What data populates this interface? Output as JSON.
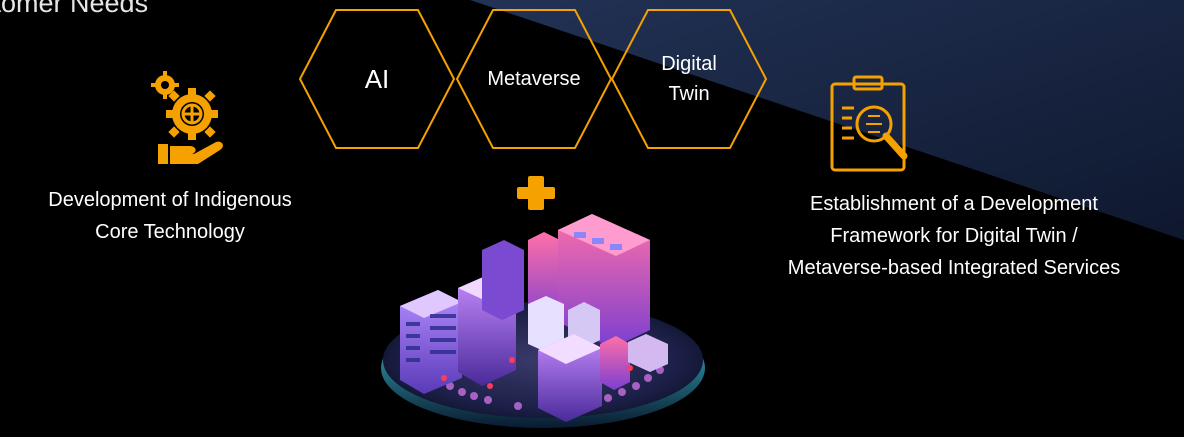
{
  "header": {
    "title": "stomer Needs"
  },
  "hexagons": [
    {
      "label": "AI"
    },
    {
      "label": "Metaverse"
    },
    {
      "label_line1": "Digital",
      "label_line2": "Twin"
    }
  ],
  "left_feature": {
    "icon": "gear-hand-icon",
    "caption_line1": "Development of Indigenous",
    "caption_line2": "Core Technology"
  },
  "right_feature": {
    "icon": "clipboard-magnifier-icon",
    "caption_line1": "Establishment of a Development",
    "caption_line2": "Framework for Digital Twin /",
    "caption_line3": "Metaverse-based Integrated Services"
  },
  "center": {
    "plus_icon": "plus-icon",
    "image": "smart-city-illustration"
  },
  "colors": {
    "accent": "#f5a100",
    "background": "#000000",
    "wedge": "#1a2a52"
  }
}
